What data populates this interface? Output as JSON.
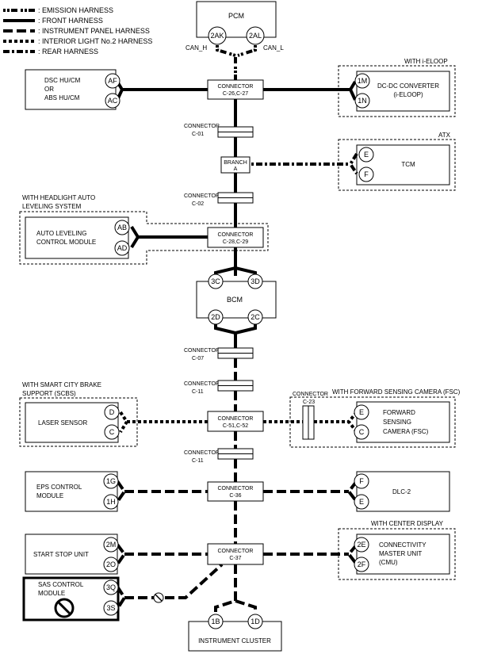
{
  "legend": [
    {
      "label": ": EMISSION HARNESS",
      "pattern": "emission"
    },
    {
      "label": ": FRONT HARNESS",
      "pattern": "front"
    },
    {
      "label": ": INSTRUMENT PANEL HARNESS",
      "pattern": "instrument"
    },
    {
      "label": ": INTERIOR LIGHT No.2 HARNESS",
      "pattern": "interior"
    },
    {
      "label": ": REAR HARNESS",
      "pattern": "rear"
    }
  ],
  "modules": {
    "pcm": {
      "line1": "PCM",
      "pin_left": "2AK",
      "pin_right": "2AL",
      "can_h": "CAN_H",
      "can_l": "CAN_L"
    },
    "dsc": {
      "line1": "DSC HU/CM",
      "line2": "OR",
      "line3": "ABS HU/CM",
      "pin_top": "AF",
      "pin_bottom": "AC"
    },
    "dcdc": {
      "tag": "WITH i-ELOOP",
      "line1": "DC-DC CONVERTER",
      "line2": "(i-ELOOP)",
      "pin_top": "1M",
      "pin_bottom": "1N"
    },
    "tcm": {
      "tag": "ATX",
      "line1": "TCM",
      "pin_top": "E",
      "pin_bottom": "F"
    },
    "autolevel": {
      "tag1": "WITH HEADLIGHT AUTO",
      "tag2": "LEVELING SYSTEM",
      "line1": "AUTO LEVELING",
      "line2": "CONTROL MODULE",
      "pin_top": "AB",
      "pin_bottom": "AD"
    },
    "bcm": {
      "line1": "BCM",
      "pin_tl": "3C",
      "pin_tr": "3D",
      "pin_bl": "2D",
      "pin_br": "2C"
    },
    "laser": {
      "tag1": "WITH SMART CITY BRAKE",
      "tag2": "SUPPORT (SCBS)",
      "line1": "LASER SENSOR",
      "pin_top": "D",
      "pin_bottom": "C"
    },
    "fsc": {
      "tag": "WITH FORWARD SENSING CAMERA (FSC)",
      "line1": "FORWARD",
      "line2": "SENSING",
      "line3": "CAMERA (FSC)",
      "pin_top": "E",
      "pin_bottom": "C"
    },
    "eps": {
      "line1": "EPS CONTROL",
      "line2": "MODULE",
      "pin_top": "1G",
      "pin_bottom": "1H"
    },
    "dlc": {
      "line1": "DLC-2",
      "pin_top": "F",
      "pin_bottom": "E"
    },
    "startstop": {
      "line1": "START STOP UNIT",
      "pin_top": "2M",
      "pin_bottom": "2O"
    },
    "cmu": {
      "tag": "WITH CENTER DISPLAY",
      "line1": "CONNECTIVITY",
      "line2": "MASTER UNIT",
      "line3": "(CMU)",
      "pin_top": "2E",
      "pin_bottom": "2F"
    },
    "sas": {
      "line1": "SAS CONTROL",
      "line2": "MODULE",
      "pin_top": "3Q",
      "pin_bottom": "3S"
    },
    "cluster": {
      "line1": "INSTRUMENT CLUSTER",
      "pin_left": "1B",
      "pin_right": "1D"
    }
  },
  "connectors": {
    "c26": {
      "line1": "CONNECTOR",
      "line2": "C-26,C-27"
    },
    "c01": {
      "line1": "CONNECTOR",
      "line2": "C-01"
    },
    "brancha": {
      "line1": "BRANCH",
      "line2": "A"
    },
    "c02": {
      "line1": "CONNECTOR",
      "line2": "C-02"
    },
    "c28": {
      "line1": "CONNECTOR",
      "line2": "C-28,C-29"
    },
    "c07": {
      "line1": "CONNECTOR",
      "line2": "C-07"
    },
    "c11a": {
      "line1": "CONNECTOR",
      "line2": "C-11"
    },
    "c51": {
      "line1": "CONNECTOR",
      "line2": "C-51,C-52"
    },
    "c23": {
      "line1": "CONNECTOR",
      "line2": "C-23"
    },
    "c11b": {
      "line1": "CONNECTOR",
      "line2": "C-11"
    },
    "c36": {
      "line1": "CONNECTOR",
      "line2": "C-36"
    },
    "c37": {
      "line1": "CONNECTOR",
      "line2": "C-37"
    }
  }
}
